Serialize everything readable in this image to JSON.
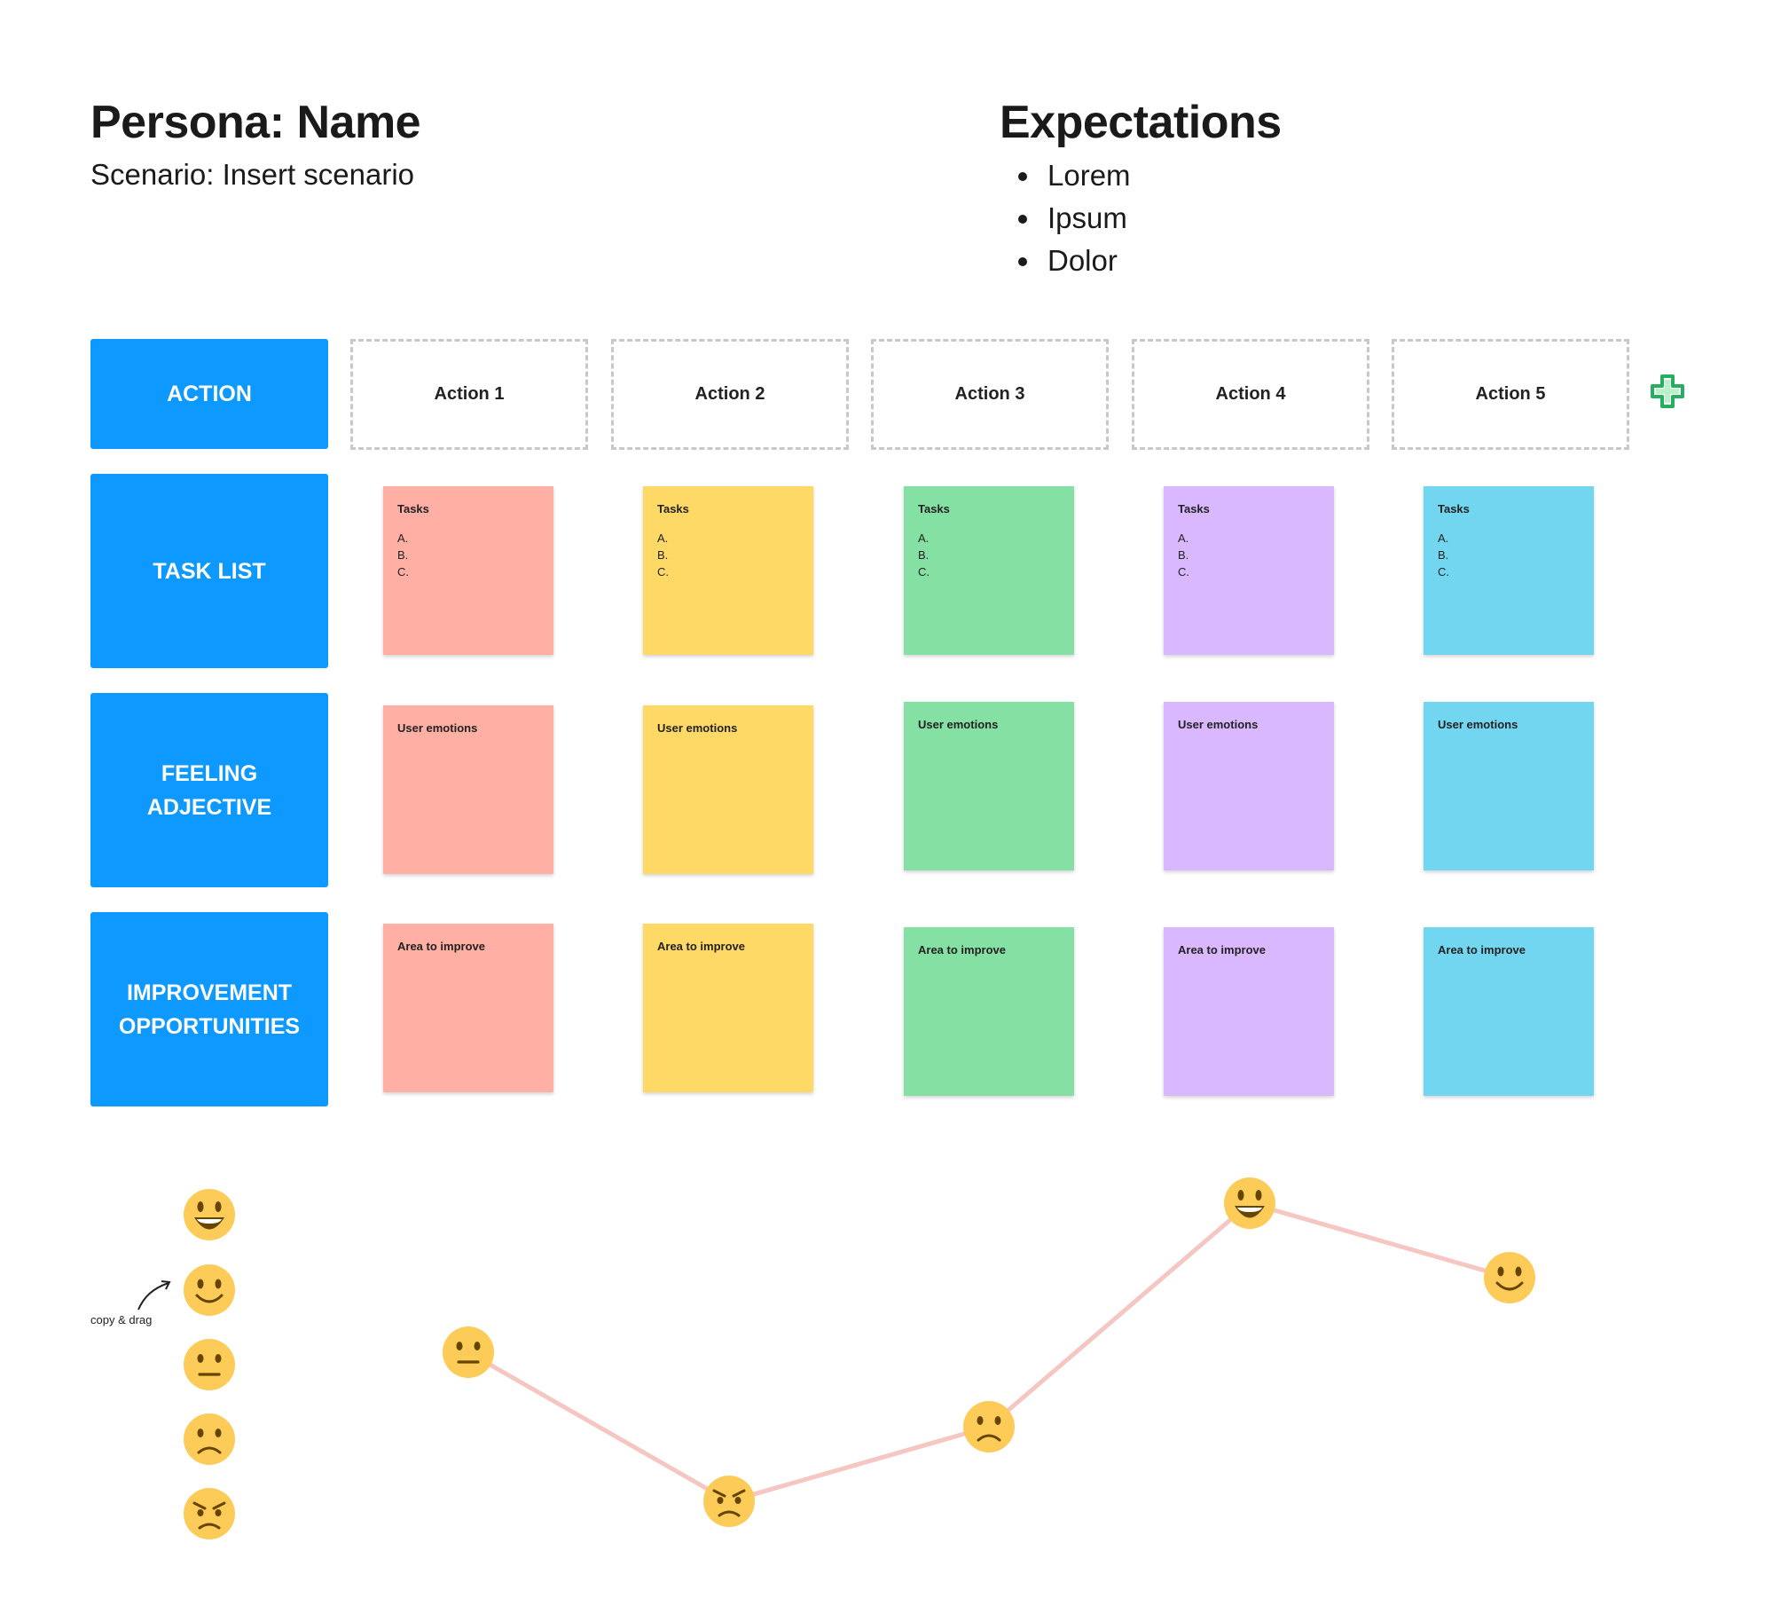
{
  "header": {
    "title": "Persona: Name",
    "subtitle": "Scenario: Insert scenario"
  },
  "expectations": {
    "title": "Expectations",
    "items": [
      "Lorem",
      "Ipsum",
      "Dolor"
    ]
  },
  "rows": [
    {
      "label": "ACTION"
    },
    {
      "label": "TASK LIST"
    },
    {
      "label": "FEELING\nADJECTIVE"
    },
    {
      "label": "IMPROVEMENT\nOPPORTUNITIES"
    }
  ],
  "actions": [
    "Action 1",
    "Action 2",
    "Action 3",
    "Action 4",
    "Action 5"
  ],
  "sticky_colors": [
    "#ffafa3",
    "#ffd966",
    "#85e0a3",
    "#d9b8ff",
    "#73d6f0"
  ],
  "tasks": {
    "head": "Tasks",
    "items": [
      "A.",
      "B.",
      "C."
    ]
  },
  "emotions_label": "User emotions",
  "improve_label": "Area to improve",
  "add_icon": "plus-icon",
  "add_icon_color": "#27ae60",
  "emoji_color": "#fdcb58",
  "line_color": "#f5c6c2",
  "legend": {
    "faces": [
      "grinning",
      "smiling",
      "neutral",
      "frowning",
      "angry"
    ],
    "hint": "copy & drag"
  },
  "chart_data": {
    "type": "line",
    "x": [
      "Action 1",
      "Action 2",
      "Action 3",
      "Action 4",
      "Action 5"
    ],
    "values": [
      3,
      1,
      2,
      5,
      4
    ],
    "faces": [
      "neutral",
      "angry",
      "frowning",
      "grinning",
      "smiling"
    ],
    "ylim": [
      1,
      5
    ]
  }
}
